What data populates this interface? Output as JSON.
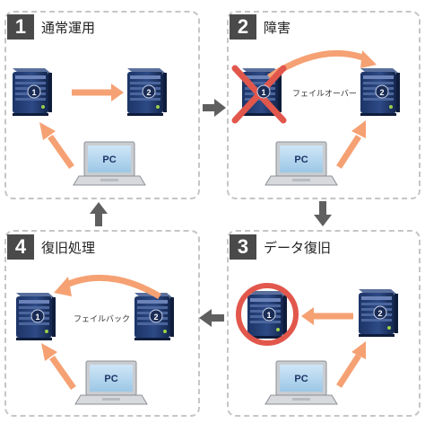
{
  "panels": [
    {
      "number": "1",
      "title": "通常運用"
    },
    {
      "number": "2",
      "title": "障害",
      "label": "フェイルオーバー"
    },
    {
      "number": "3",
      "title": "データ復旧"
    },
    {
      "number": "4",
      "title": "復旧処理",
      "label": "フェイルバック"
    }
  ],
  "server_labels": [
    "1",
    "2"
  ],
  "pc_label": "PC",
  "colors": {
    "accent_arrow": "#f5a173",
    "flow_arrow": "#5f5f5f",
    "failure_x": "#e2574c",
    "recovery_circle": "#e2574c",
    "server_body": "#2d4a86",
    "panel_border": "#c6c6c6",
    "badge": "#4a4a4a"
  },
  "icons": [
    "server-icon",
    "laptop-icon",
    "failure-x-icon",
    "recovery-circle-icon",
    "arrow-icon"
  ]
}
